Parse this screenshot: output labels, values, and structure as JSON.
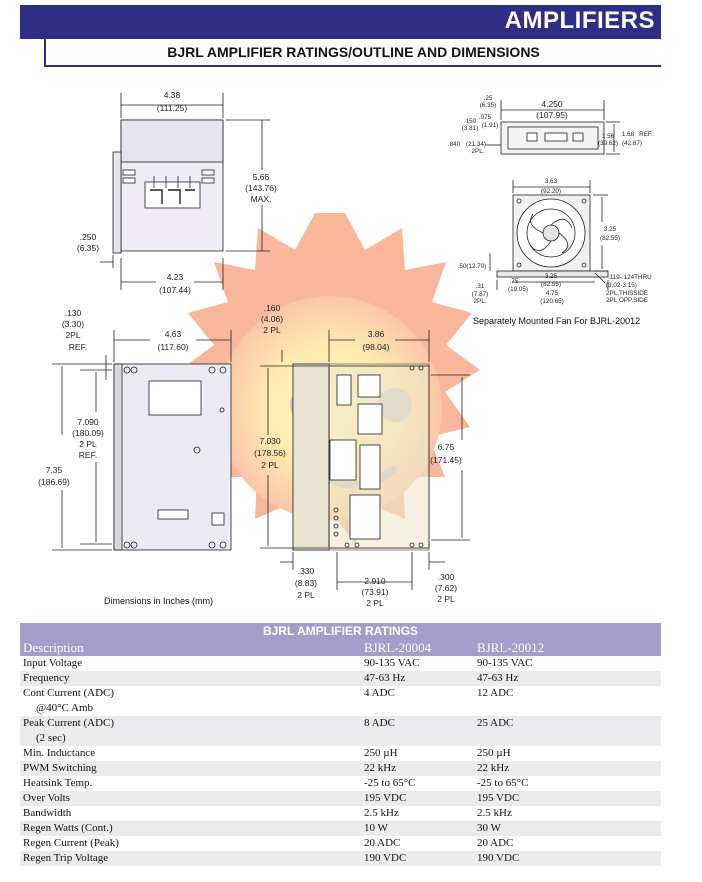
{
  "header": {
    "title": "AMPLIFIERS"
  },
  "subtitle": "BJRL AMPLIFIER RATINGS/OUTLINE AND DIMENSIONS",
  "drawings": {
    "top_view": {
      "width": "4.38",
      "width_mm": "(111.25)",
      "height": "5.66",
      "height_mm": "(143.76)",
      "height_note": "MAX.",
      "margin": ".250",
      "margin_mm": "(6.35)",
      "base": "4.23",
      "base_mm": "(107.44)"
    },
    "fan_top": {
      "a": ".25",
      "a_mm": "(6.35)",
      "b": ".075",
      "b_mm": "(1.91)",
      "c": ".150",
      "c_mm": "(3.81)",
      "width": "4.250",
      "width_mm": "(107.95)",
      "d": ".840",
      "d_mm": "(21.34)",
      "d_note": "2PL.",
      "h1": "1.56",
      "h1_mm": "(39.62)",
      "h2": "1.68",
      "h2_note": "REF.",
      "h2_mm": "(42.67)"
    },
    "fan_front": {
      "width": "3.63",
      "width_mm": "(92.20)",
      "height": "3.25",
      "height_mm": "(82.55)",
      "left": ".50(12.70)",
      "h_small": ".31",
      "h_small_mm": "(7.87)",
      "h_small_note": "2PL.",
      "e": ".75",
      "e_mm": "(19.05)",
      "spacing": "3.25",
      "spacing_mm": "(82.55)",
      "overall": "4.75",
      "overall_mm": "(120.65)",
      "hole": ".119-.124THRU",
      "hole_mm": "(3.02-3.15)",
      "hole_note1": "2PL.THISSIDE",
      "hole_note2": "2PL.OPP.SIDE"
    },
    "fan_caption": "Separately Mounted Fan For BJRL-20012",
    "front_view": {
      "top": ".130",
      "top_mm": "(3.30)",
      "top_note1": "2PL",
      "top_note2": "REF.",
      "width": "4.63",
      "width_mm": "(117.60)",
      "inner": "7.090",
      "inner_mm": "(180.09)",
      "inner_note1": "2 PL",
      "inner_note2": "REF.",
      "outer": "7.35",
      "outer_mm": "(186.69)"
    },
    "side_view": {
      "top": ".160",
      "top_mm": "(4.06)",
      "top_note": "2 PL",
      "width": "3.86",
      "width_mm": "(98.04)",
      "left": "7.030",
      "left_mm": "(178.56)",
      "left_note": "2 PL",
      "right": "6.75",
      "right_mm": "(171.45)",
      "b1": ".330",
      "b1_mm": "(8.83)",
      "b1_note": "2 PL",
      "b2": "2.910",
      "b2_mm": "(73.91)",
      "b2_note": "2 PL",
      "b3": ".300",
      "b3_mm": "(7.62)",
      "b3_note": "2 PL"
    },
    "units_caption": "Dimensions in Inches (mm)"
  },
  "table": {
    "title": "BJRL AMPLIFIER RATINGS",
    "columns": [
      "Description",
      "BJRL-20004",
      "BJRL-20012"
    ],
    "rows": [
      {
        "desc": "Input Voltage",
        "a": "90-135 VAC",
        "b": "90-135 VAC"
      },
      {
        "desc": "Frequency",
        "a": "47-63 Hz",
        "b": "47-63 Hz"
      },
      {
        "desc": "Cont Current (ADC)",
        "desc2": "@40°C Amb",
        "a": "4 ADC",
        "b": "12 ADC"
      },
      {
        "desc": "Peak Current (ADC)",
        "desc2": "(2 sec)",
        "a": "8 ADC",
        "b": "25 ADC"
      },
      {
        "desc": "Min. Inductance",
        "a": "250 µH",
        "b": "250 µH"
      },
      {
        "desc": "PWM Switching",
        "a": "22 kHz",
        "b": "22 kHz"
      },
      {
        "desc": "Heatsink Temp.",
        "a": "-25 to 65°C",
        "b": "-25 to 65°C"
      },
      {
        "desc": "Over Volts",
        "a": "195 VDC",
        "b": "195 VDC"
      },
      {
        "desc": "Bandwidth",
        "a": "2.5 kHz",
        "b": "2.5 kHz"
      },
      {
        "desc": "Regen Watts (Cont.)",
        "a": "10 W",
        "b": "30 W"
      },
      {
        "desc": "Regen Current (Peak)",
        "a": "20 ADC",
        "b": "20 ADC"
      },
      {
        "desc": "Regen Trip Voltage",
        "a": "190 VDC",
        "b": "190 VDC"
      }
    ]
  },
  "colors": {
    "header": "#2e2e86",
    "table_header": "#a49cc9",
    "row_shade": "#ebebee",
    "watermark_orange": "#f6a07e",
    "watermark_yellow": "#fff2a8"
  }
}
